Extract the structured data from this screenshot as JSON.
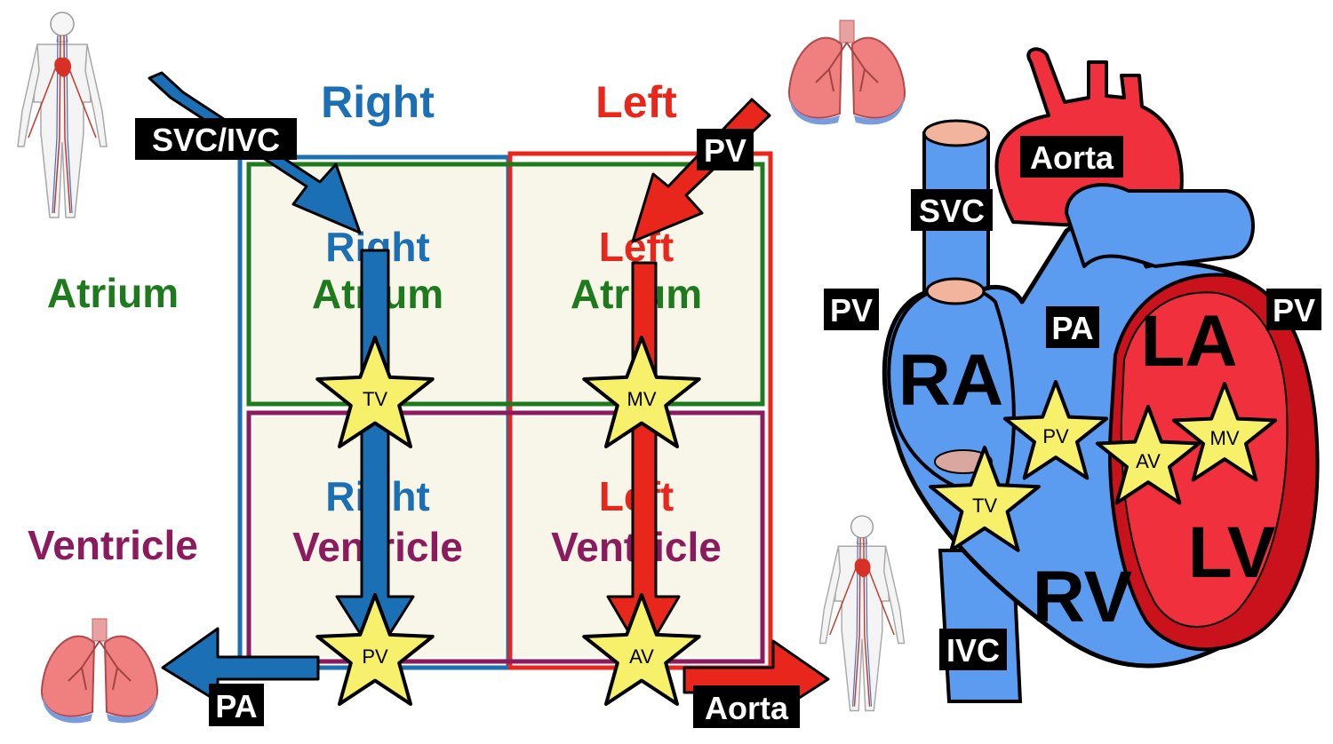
{
  "columns": {
    "right": "Right",
    "left": "Left"
  },
  "rows": {
    "atrium": "Atrium",
    "ventricle": "Ventricle"
  },
  "cells": {
    "ra_line1": "Right",
    "ra_line2": "Atrium",
    "la_line1": "Left",
    "la_line2": "Atrium",
    "rv_line1": "Right",
    "rv_line2": "Ventricle",
    "lv_line1": "Left",
    "lv_line2": "Ventricle"
  },
  "flow_labels": {
    "svc_ivc": "SVC/IVC",
    "pv_in": "PV",
    "pa_out": "PA",
    "aorta_out": "Aorta"
  },
  "valves": {
    "tv": "TV",
    "mv": "MV",
    "pv": "PV",
    "av": "AV"
  },
  "heart": {
    "aorta": "Aorta",
    "svc": "SVC",
    "pv_left": "PV",
    "pv_right": "PV",
    "pa": "PA",
    "ra": "RA",
    "la": "LA",
    "rv": "RV",
    "lv": "LV",
    "ivc": "IVC",
    "valves": {
      "pv": "PV",
      "av": "AV",
      "mv": "MV",
      "tv": "TV"
    }
  },
  "colors": {
    "right_blue": "#1a6fb5",
    "left_red": "#e8261c",
    "atrium_green": "#1d7a1d",
    "ventricle_purple": "#8b1a5e",
    "cell_fill": "#f8f5e9",
    "star": "#f7f06a",
    "heart_blue": "#5b9cf0",
    "heart_red": "#f0303c",
    "heart_dark_red": "#c9121c",
    "vessel_pink": "#f2b49d"
  },
  "icons": [
    "body-icon",
    "lungs-icon"
  ]
}
